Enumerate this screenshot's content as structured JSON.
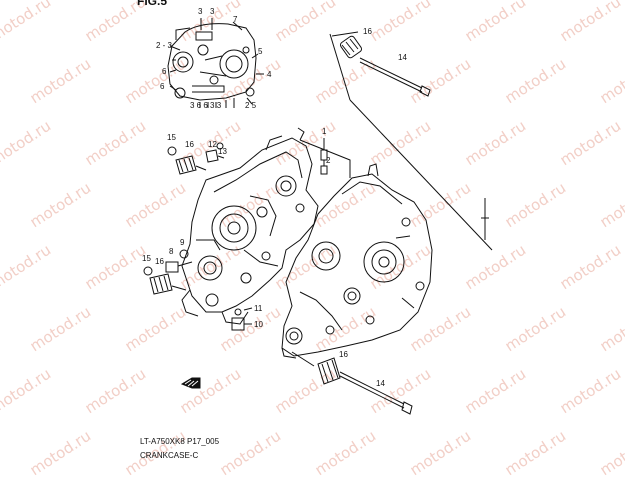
{
  "figure": {
    "title": "FIG.5"
  },
  "watermark": {
    "text": "motod.ru"
  },
  "labels": {
    "inset_3a": "3",
    "inset_3b": "3",
    "inset_7": "7",
    "inset_2_3": "2 - 3",
    "inset_5": "5",
    "inset_6a": "6",
    "inset_6b": "6",
    "inset_4": "4",
    "inset_bottom": "3 6 6 3  3",
    "inset_2_5": "2  5",
    "p16_top": "16",
    "p14_top": "14",
    "p1": "1",
    "p2": "2",
    "p15_top": "15",
    "p16_mid": "16",
    "p12": "12",
    "p13": "13",
    "p9": "9",
    "p8": "8",
    "p15_low": "15",
    "p16_low": "16",
    "p11": "11",
    "p10": "10",
    "p16_bottom": "16",
    "p14_bottom": "14"
  },
  "footer": {
    "code": "LT-A750XK8 P17_005",
    "name": "CRANKCASE-C"
  }
}
